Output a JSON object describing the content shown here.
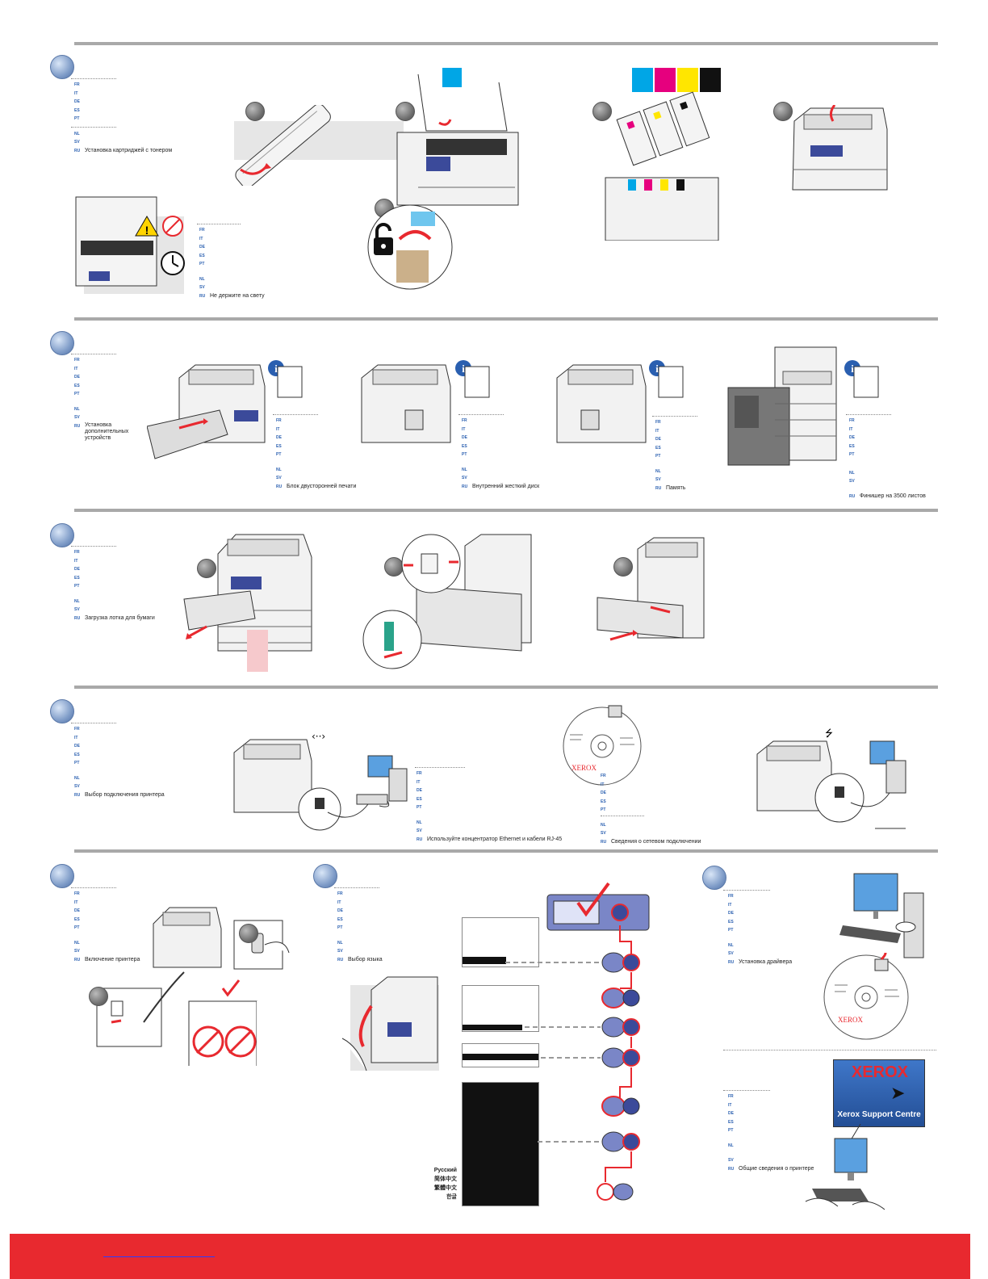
{
  "colors": {
    "accent": "#e8292f",
    "rule": "#a9a9a9",
    "lang_code": "#2a5fb0",
    "step": "#7f9cc8"
  },
  "sections": {
    "toner": {
      "langs": [
        "FR",
        "IT",
        "DE",
        "ES",
        "PT",
        "NL",
        "SV"
      ],
      "ru_label": "RU",
      "ru_text": "Установка картриджей с тонером",
      "warning_langs": [
        "FR",
        "IT",
        "DE",
        "ES",
        "PT",
        "NL",
        "SV"
      ],
      "warning_ru": "Не держите на свету",
      "toner_colors": [
        "#00a6e6",
        "#e6007e",
        "#ffe600",
        "#111111"
      ]
    },
    "options": {
      "langs": [
        "FR",
        "IT",
        "DE",
        "ES",
        "PT",
        "NL",
        "SV"
      ],
      "ru_label": "RU",
      "ru_text": "Установка дополнительных устройств",
      "captions": [
        "Блок двусторонней печати",
        "Внутренний жесткий диск",
        "Память",
        "Финишер на 3500 листов"
      ],
      "info_icon": "info-icon"
    },
    "paper": {
      "langs": [
        "FR",
        "IT",
        "DE",
        "ES",
        "PT",
        "NL",
        "SV"
      ],
      "ru_label": "RU",
      "ru_text": "Загрузка лотка для бумаги"
    },
    "connection": {
      "langs": [
        "FR",
        "IT",
        "DE",
        "ES",
        "PT",
        "NL",
        "SV"
      ],
      "ru_label": "RU",
      "ru_text": "Выбор подключения принтера",
      "ethernet_text": "Используйте концентратор Ethernet и кабели RJ-45",
      "network_text": "Сведения о сетевом подключении",
      "cd_brand": "XEROX"
    },
    "power": {
      "langs": [
        "FR",
        "IT",
        "DE",
        "ES",
        "PT",
        "NL",
        "SV"
      ],
      "ru_label": "RU",
      "ru_text": "Включение принтера"
    },
    "language": {
      "langs": [
        "FR",
        "IT",
        "DE",
        "ES",
        "PT",
        "NL",
        "SV"
      ],
      "ru_label": "RU",
      "ru_text": "Выбор языка",
      "language_options": [
        "Русский",
        "简体中文",
        "繁體中文",
        "한글"
      ]
    },
    "driver": {
      "langs": [
        "FR",
        "IT",
        "DE",
        "ES",
        "PT",
        "NL",
        "SV"
      ],
      "ru_label": "RU",
      "ru_text": "Установка драйвера",
      "info_ru": "Общие сведения о принтере",
      "cd_brand": "XEROX",
      "support_brand": "XEROX",
      "support_title": "Xerox Support Centre"
    }
  }
}
